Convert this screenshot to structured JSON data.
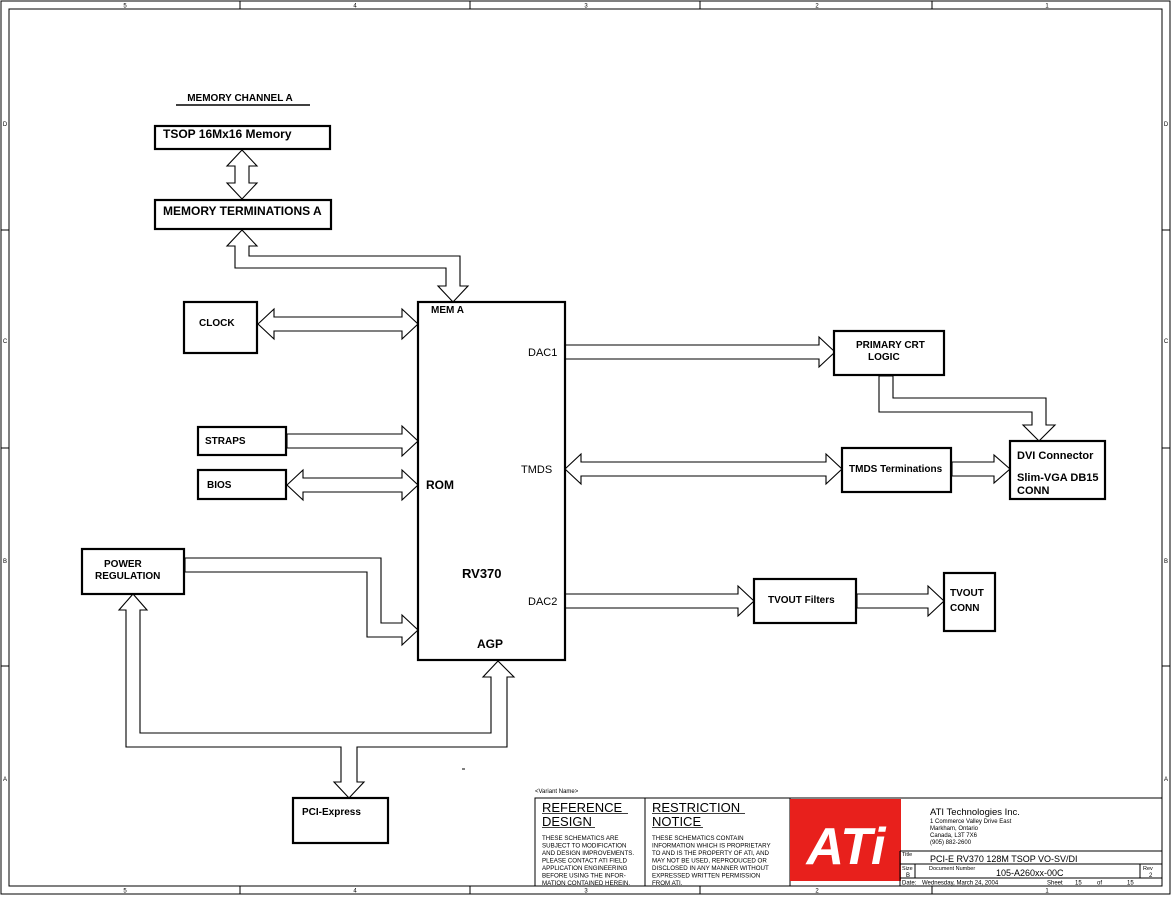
{
  "border": {
    "columns_top": [
      "5",
      "4",
      "3",
      "2",
      "1"
    ],
    "columns_bottom": [
      "5",
      "4",
      "3",
      "2",
      "1"
    ],
    "rows_left": [
      "D",
      "C",
      "B",
      "A"
    ],
    "rows_right": [
      "D",
      "C",
      "B",
      "A"
    ]
  },
  "memory_channel_title": "MEMORY CHANNEL A",
  "blocks": {
    "tsop": "TSOP 16Mx16 Memory",
    "mem_term": "MEMORY TERMINATIONS A",
    "clock": "CLOCK",
    "straps": "STRAPS",
    "bios": "BIOS",
    "power_line1": "POWER",
    "power_line2": "REGULATION",
    "pci_express": "PCI-Express",
    "primary_crt_line1": "PRIMARY CRT",
    "primary_crt_line2": "LOGIC",
    "tmds_term": "TMDS Terminations",
    "dvi_line1": "DVI Connector",
    "dvi_line2": "Slim-VGA DB15",
    "dvi_line3": "CONN",
    "tvout_filters": "TVOUT Filters",
    "tvout_conn_line1": "TVOUT",
    "tvout_conn_line2": "CONN"
  },
  "gpu": {
    "name": "RV370",
    "mem_a": "MEM A",
    "rom": "ROM",
    "dac1": "DAC1",
    "tmds": "TMDS",
    "dac2": "DAC2",
    "agp": "AGP"
  },
  "title_block": {
    "variant": "<Variant Name>",
    "reference_line1": "REFERENCE",
    "reference_line2": "DESIGN",
    "reference_text": [
      "THESE SCHEMATICS ARE",
      "SUBJECT TO MODIFICATION",
      "AND DESIGN IMPROVEMENTS.",
      "PLEASE CONTACT ATI FIELD",
      "APPLICATION ENGINEERING",
      "BEFORE USING THE INFOR-",
      "MATION CONTAINED HEREIN."
    ],
    "restriction_line1": "RESTRICTION",
    "restriction_line2": "NOTICE",
    "restriction_text": [
      "THESE SCHEMATICS CONTAIN",
      "INFORMATION WHICH IS PROPRIETARY",
      "TO AND IS THE PROPERTY OF ATI, AND",
      "MAY NOT BE USED, REPRODUCED OR",
      "DISCLOSED IN ANY MANNER WITHOUT",
      "EXPRESSED WRITTEN PERMISSION",
      "FROM ATI."
    ],
    "logo_text": "ATi",
    "logo_color": "#e8201c",
    "company": "ATI Technologies Inc.",
    "address": [
      "1 Commerce Valley Drive East",
      "Markham, Ontario",
      "Canada, L3T 7X6",
      "(905) 882-2600"
    ],
    "title_label": "Title",
    "title": "PCI-E RV370 128M TSOP VO-SV/DI",
    "size_label": "Size",
    "size": "B",
    "docnum_label": "Document Number",
    "docnum": "105-A260xx-00C",
    "rev_label": "Rev",
    "rev": "2",
    "date_label": "Date:",
    "date": "Wednesday, March 24, 2004",
    "sheet_label": "Sheet",
    "sheet": "15",
    "of_label": "of",
    "total": "15"
  }
}
